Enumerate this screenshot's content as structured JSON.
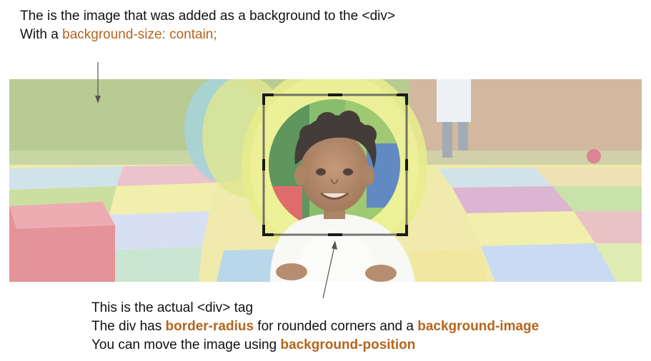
{
  "top_note": {
    "line1": "The is the image that was added as a background to the <div>",
    "line2_prefix": "With a ",
    "line2_accent": "background-size: contain;"
  },
  "bottom_note": {
    "line1": "This is the actual <div> tag",
    "line2_prefix": "The div has ",
    "line2_accent1": "border-radius",
    "line2_middle": " for rounded corners and a ",
    "line2_accent2": "background-image",
    "line3_prefix": "You can move the image using ",
    "line3_accent": "background-position"
  },
  "colors": {
    "accent": "#b5651d",
    "text": "#111111",
    "frame": "#222222"
  },
  "icons": {
    "pointer_top": "arrow-down-icon",
    "pointer_bottom": "arrow-up-icon"
  }
}
